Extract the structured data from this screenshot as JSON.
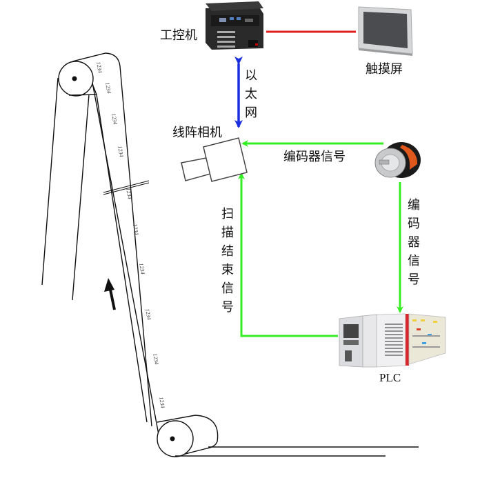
{
  "labels": {
    "ipc": "工控机",
    "touchscreen": "触摸屏",
    "ethernet": "以太网",
    "line_camera": "线阵相机",
    "encoder_signal_h": "编码器信号",
    "encoder_signal_v": "编码器信号",
    "scan_end_signal": "扫描结束信号",
    "plc": "PLC"
  },
  "belt_marks": [
    "1234",
    "1234",
    "1234",
    "1234",
    "1234",
    "1234",
    "1234",
    "1234",
    "1234",
    "1234"
  ],
  "colors": {
    "red_link": "#e0201e",
    "blue_link": "#1a2ee0",
    "green_link": "#33ee22",
    "line": "#111111"
  },
  "icons": {
    "ipc": "industrial-pc-icon",
    "touchscreen": "touch-panel-icon",
    "encoder": "rotary-encoder-icon",
    "plc": "plc-module-icon",
    "camera": "line-camera-icon",
    "direction": "arrow-up-icon"
  }
}
